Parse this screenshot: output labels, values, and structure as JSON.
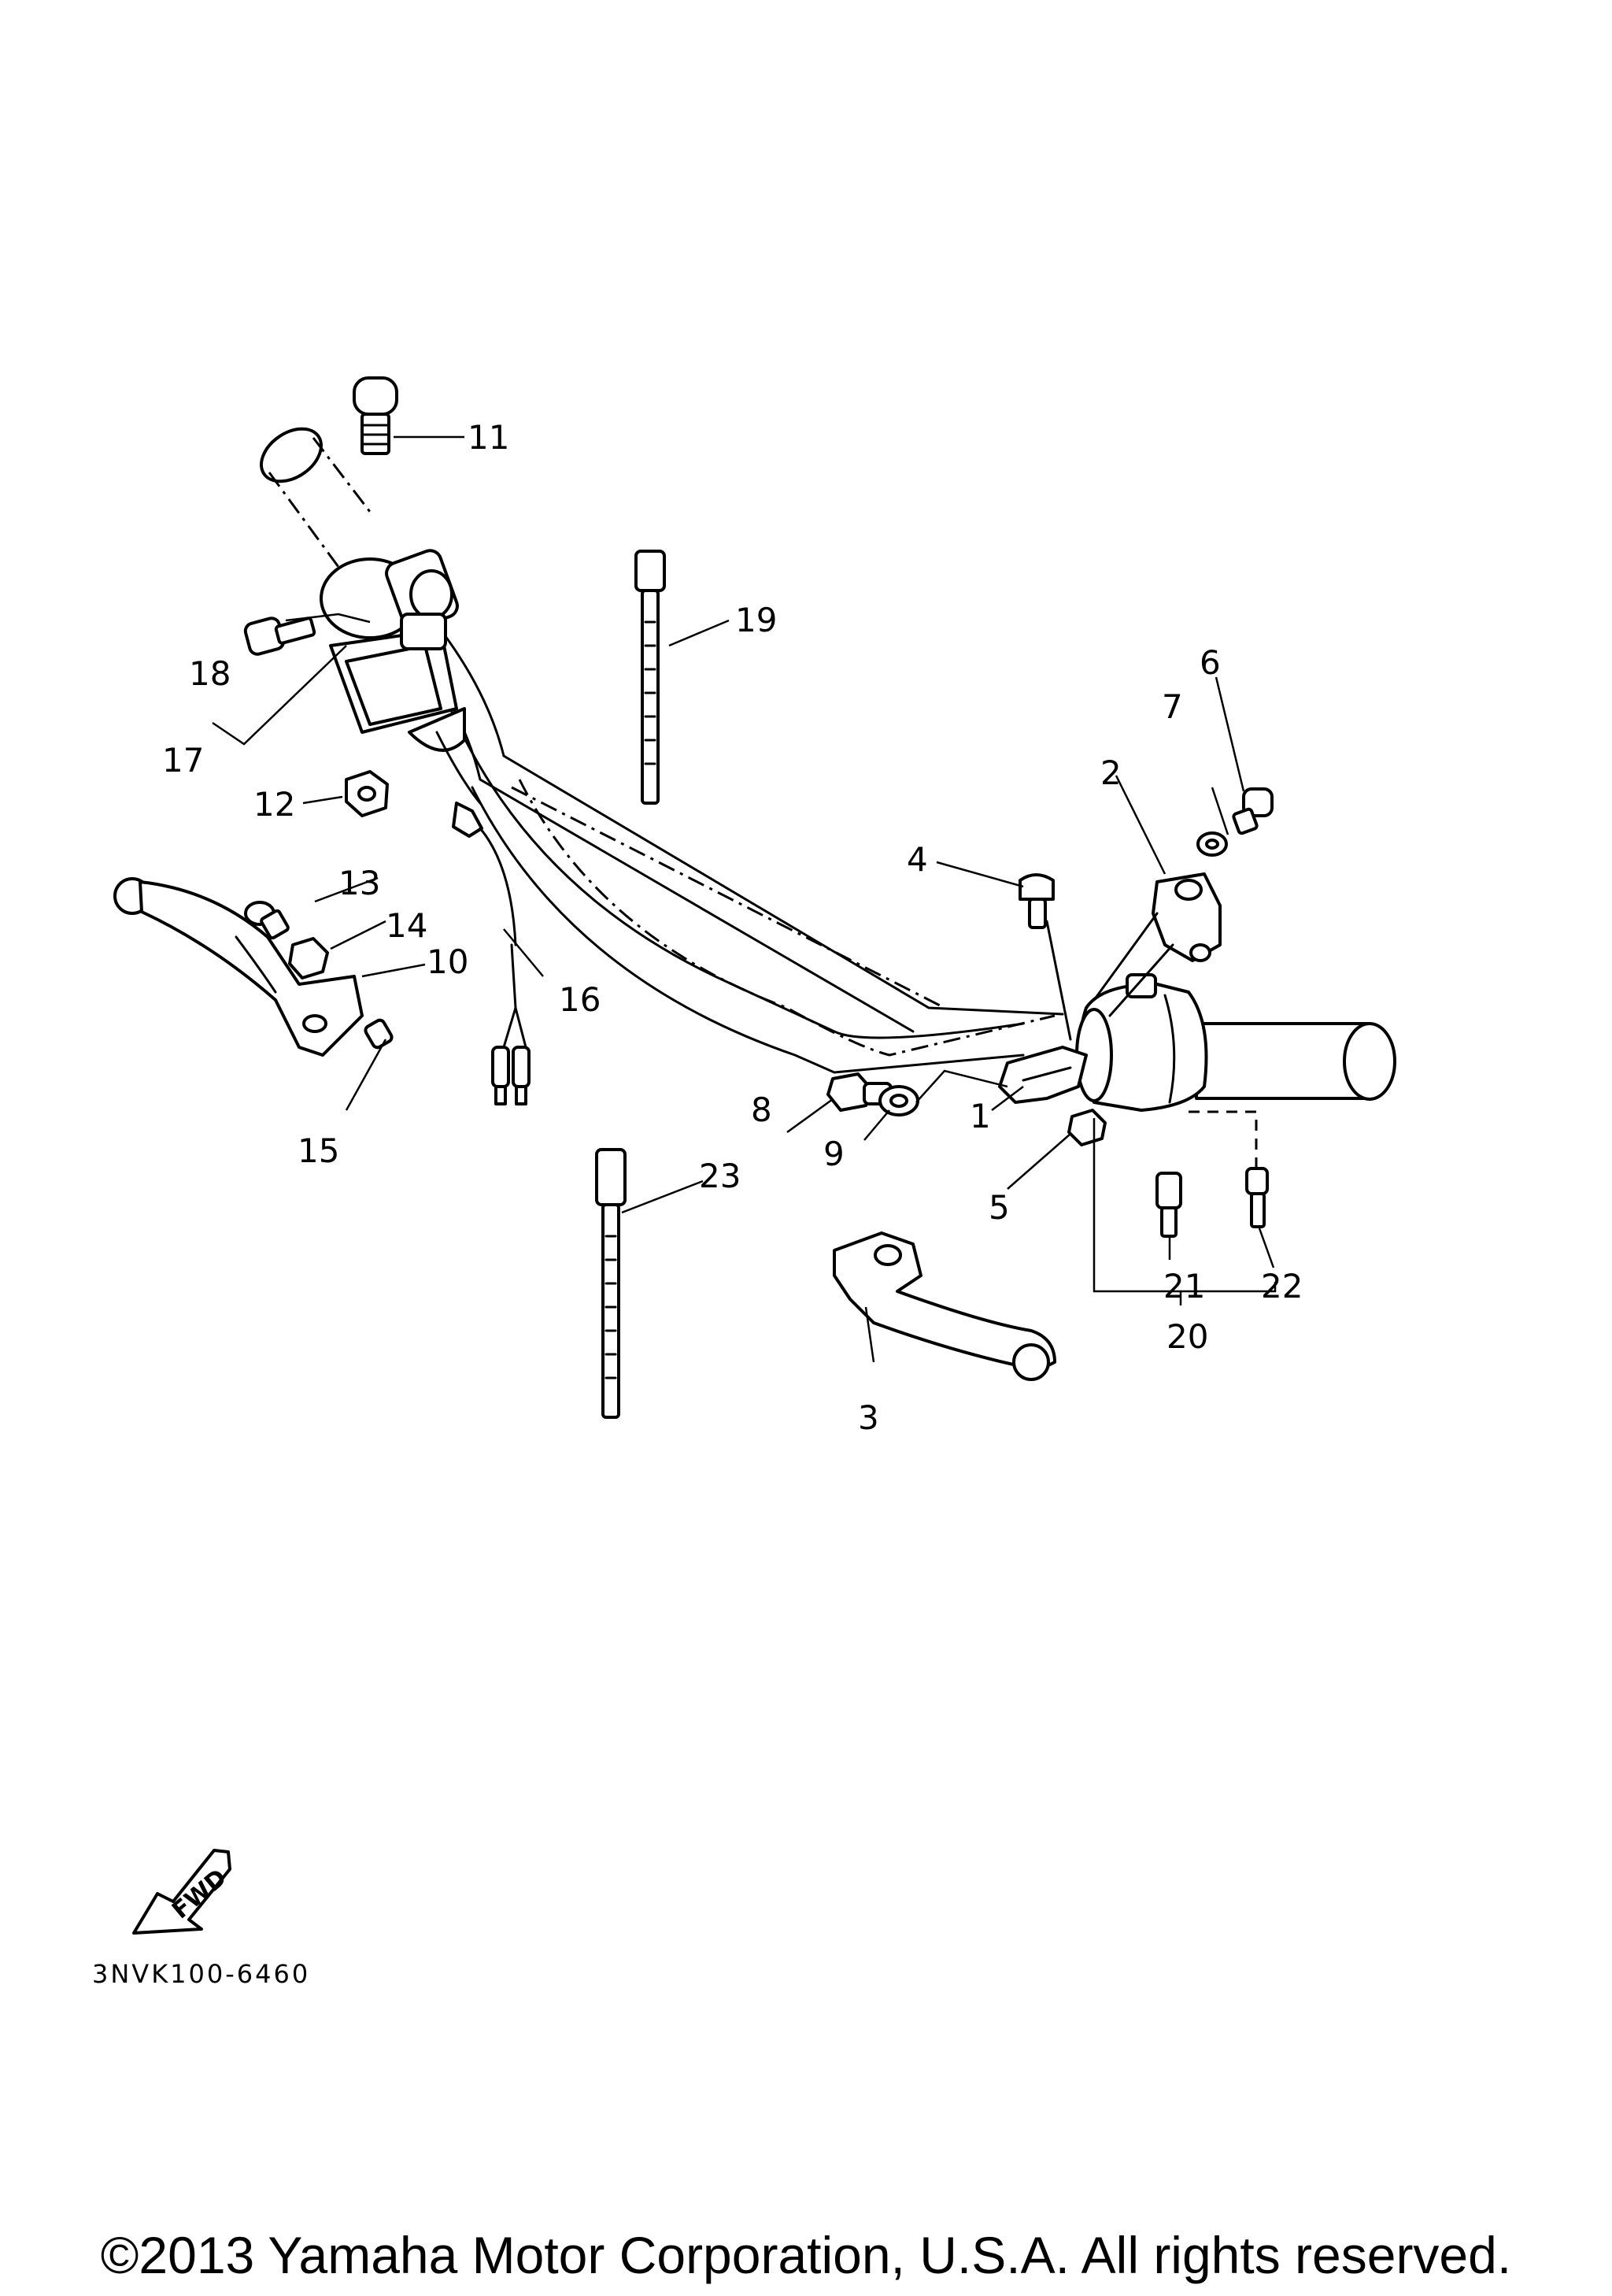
{
  "diagram": {
    "diagram_code": "3NVK100-6460",
    "fwd_label": "FWD",
    "copyright": "©2013 Yamaha Motor Corporation, U.S.A. All rights reserved.",
    "callouts": [
      "1",
      "2",
      "3",
      "4",
      "5",
      "6",
      "7",
      "8",
      "9",
      "10",
      "11",
      "12",
      "13",
      "14",
      "15",
      "16",
      "17",
      "18",
      "19",
      "20",
      "21",
      "22",
      "23"
    ]
  }
}
